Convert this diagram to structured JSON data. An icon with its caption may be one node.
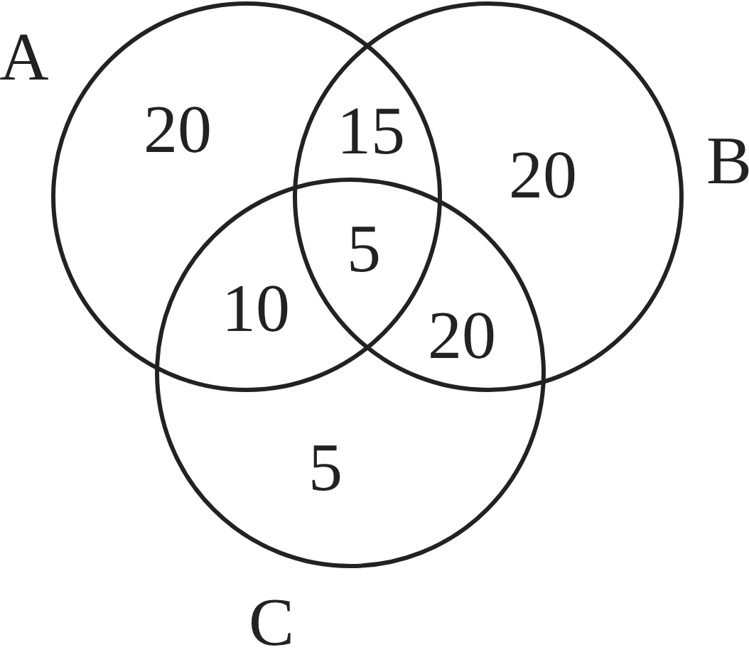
{
  "diagram": {
    "nodes": [
      {
        "text": [
          "A"
        ]
      },
      {
        "text": [
          "B"
        ]
      },
      {
        "text": [
          "C"
        ]
      }
    ],
    "labels": [
      "20",
      "15",
      "20",
      "5",
      "10",
      "20",
      "5"
    ]
  }
}
